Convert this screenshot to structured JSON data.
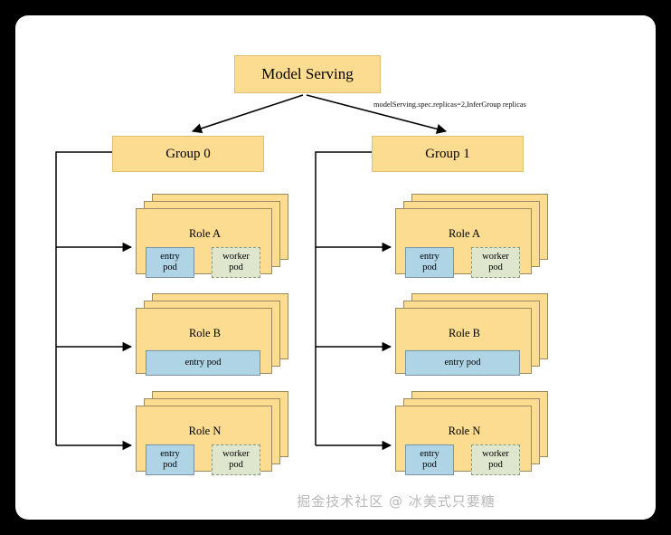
{
  "diagram": {
    "title": "Model Serving",
    "edge_annotation": "modelServing.spec.replicas=2,InferGroup replicas",
    "groups": [
      {
        "id": "group-0",
        "label": "Group 0",
        "roles": [
          {
            "id": "g0-role-a",
            "label": "Role A",
            "layout": "duo",
            "pods": [
              {
                "kind": "entry",
                "line1": "entry",
                "line2": "pod"
              },
              {
                "kind": "worker",
                "line1": "worker",
                "line2": "pod"
              }
            ]
          },
          {
            "id": "g0-role-b",
            "label": "Role B",
            "layout": "single",
            "pods": [
              {
                "kind": "entry",
                "line1": "entry pod",
                "line2": ""
              }
            ]
          },
          {
            "id": "g0-role-n",
            "label": "Role N",
            "layout": "duo",
            "pods": [
              {
                "kind": "entry",
                "line1": "entry",
                "line2": "pod"
              },
              {
                "kind": "worker",
                "line1": "worker",
                "line2": "pod"
              }
            ]
          }
        ]
      },
      {
        "id": "group-1",
        "label": "Group 1",
        "roles": [
          {
            "id": "g1-role-a",
            "label": "Role A",
            "layout": "duo",
            "pods": [
              {
                "kind": "entry",
                "line1": "entry",
                "line2": "pod"
              },
              {
                "kind": "worker",
                "line1": "worker",
                "line2": "pod"
              }
            ]
          },
          {
            "id": "g1-role-b",
            "label": "Role B",
            "layout": "single",
            "pods": [
              {
                "kind": "entry",
                "line1": "entry pod",
                "line2": ""
              }
            ]
          },
          {
            "id": "g1-role-n",
            "label": "Role N",
            "layout": "duo",
            "pods": [
              {
                "kind": "entry",
                "line1": "entry",
                "line2": "pod"
              },
              {
                "kind": "worker",
                "line1": "worker",
                "line2": "pod"
              }
            ]
          }
        ]
      }
    ]
  },
  "watermark": "掘金技术社区 @ 冰美式只要糖",
  "colors": {
    "node_fill": "#fbdc91",
    "node_border": "#9a8a5e",
    "entry_pod_fill": "#aed4e6",
    "entry_pod_border": "#7a94a3",
    "worker_pod_fill": "#dfe6ce",
    "worker_pod_border": "#8a9a74",
    "edge": "#000000",
    "canvas": "#ffffff",
    "backdrop": "#000000",
    "watermark": "#b9b9b9"
  }
}
